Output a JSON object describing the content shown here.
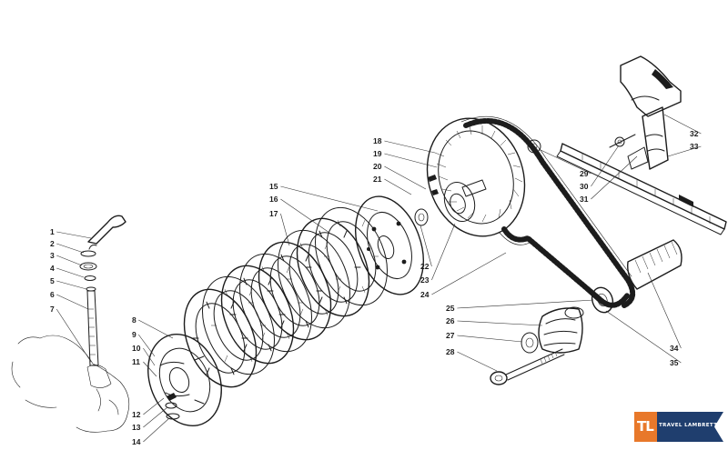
{
  "diagram": {
    "callouts": [
      "1",
      "2",
      "3",
      "4",
      "5",
      "6",
      "7",
      "8",
      "9",
      "10",
      "11",
      "12",
      "13",
      "14",
      "15",
      "16",
      "17",
      "18",
      "19",
      "20",
      "21",
      "22",
      "23",
      "24",
      "25",
      "26",
      "27",
      "28",
      "29",
      "30",
      "31",
      "32",
      "33",
      "34",
      "35"
    ]
  },
  "logo": {
    "mark": "TL",
    "brand": "TRAVEL LAMBRETTA",
    "colors": {
      "blue": "#1f3e6e",
      "orange": "#e8782a"
    }
  }
}
